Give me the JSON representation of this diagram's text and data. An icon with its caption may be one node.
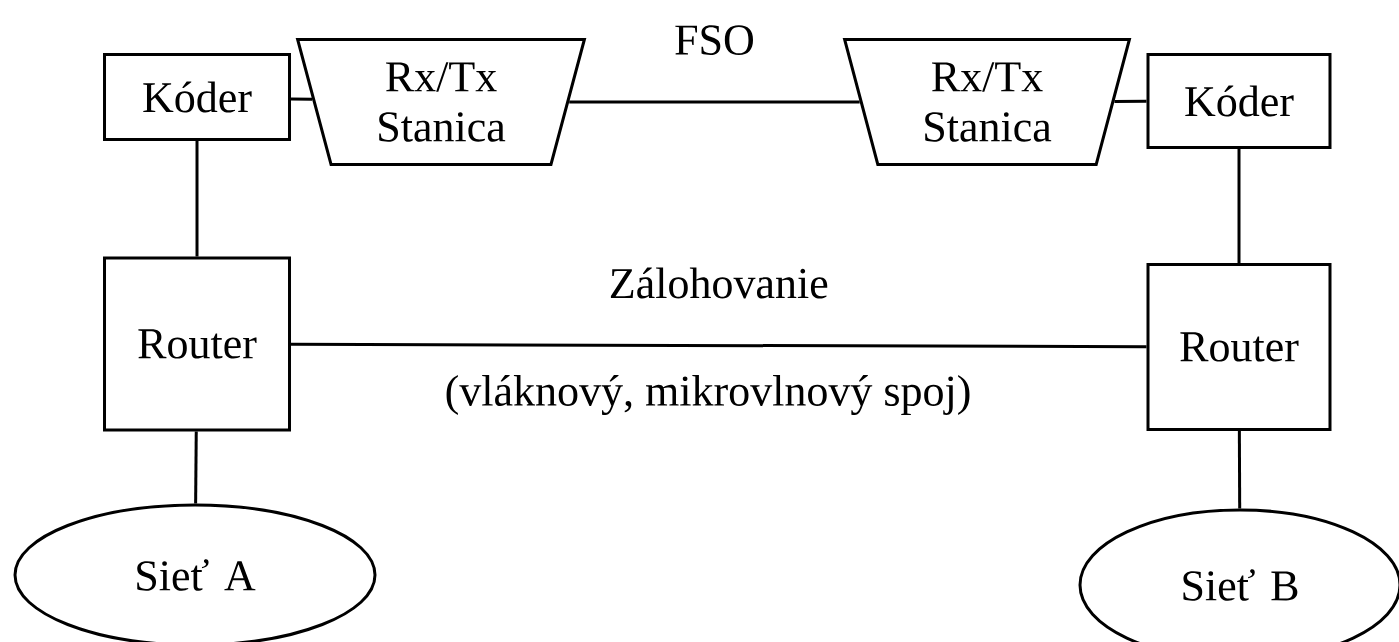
{
  "diagram": {
    "nodes": [
      {
        "text": [
          "Kóder"
        ]
      },
      {
        "text": [
          "Rx/Tx Stanica"
        ]
      },
      {
        "text": [
          "Rx/Tx Stanica"
        ]
      },
      {
        "text": [
          "Kóder"
        ]
      },
      {
        "text": [
          "Router"
        ]
      },
      {
        "text": [
          "Router"
        ]
      },
      {
        "text": [
          "Sieť A"
        ]
      },
      {
        "text": [
          "Sieť B"
        ]
      }
    ],
    "edges": [
      {
        "from": 0,
        "to": 1,
        "arrow": "none"
      },
      {
        "from": 1,
        "to": 2,
        "arrow": "none",
        "label": "FSO"
      },
      {
        "from": 2,
        "to": 3,
        "arrow": "none"
      },
      {
        "from": 0,
        "to": 4,
        "arrow": "none"
      },
      {
        "from": 3,
        "to": 5,
        "arrow": "none"
      },
      {
        "from": 4,
        "to": 5,
        "arrow": "none",
        "label": "Zálohovanie"
      },
      {
        "from": 4,
        "to": 6,
        "arrow": "none"
      },
      {
        "from": 5,
        "to": 7,
        "arrow": "none"
      }
    ],
    "labels": [
      "(vláknový, mikrovlnový spoj)"
    ]
  }
}
